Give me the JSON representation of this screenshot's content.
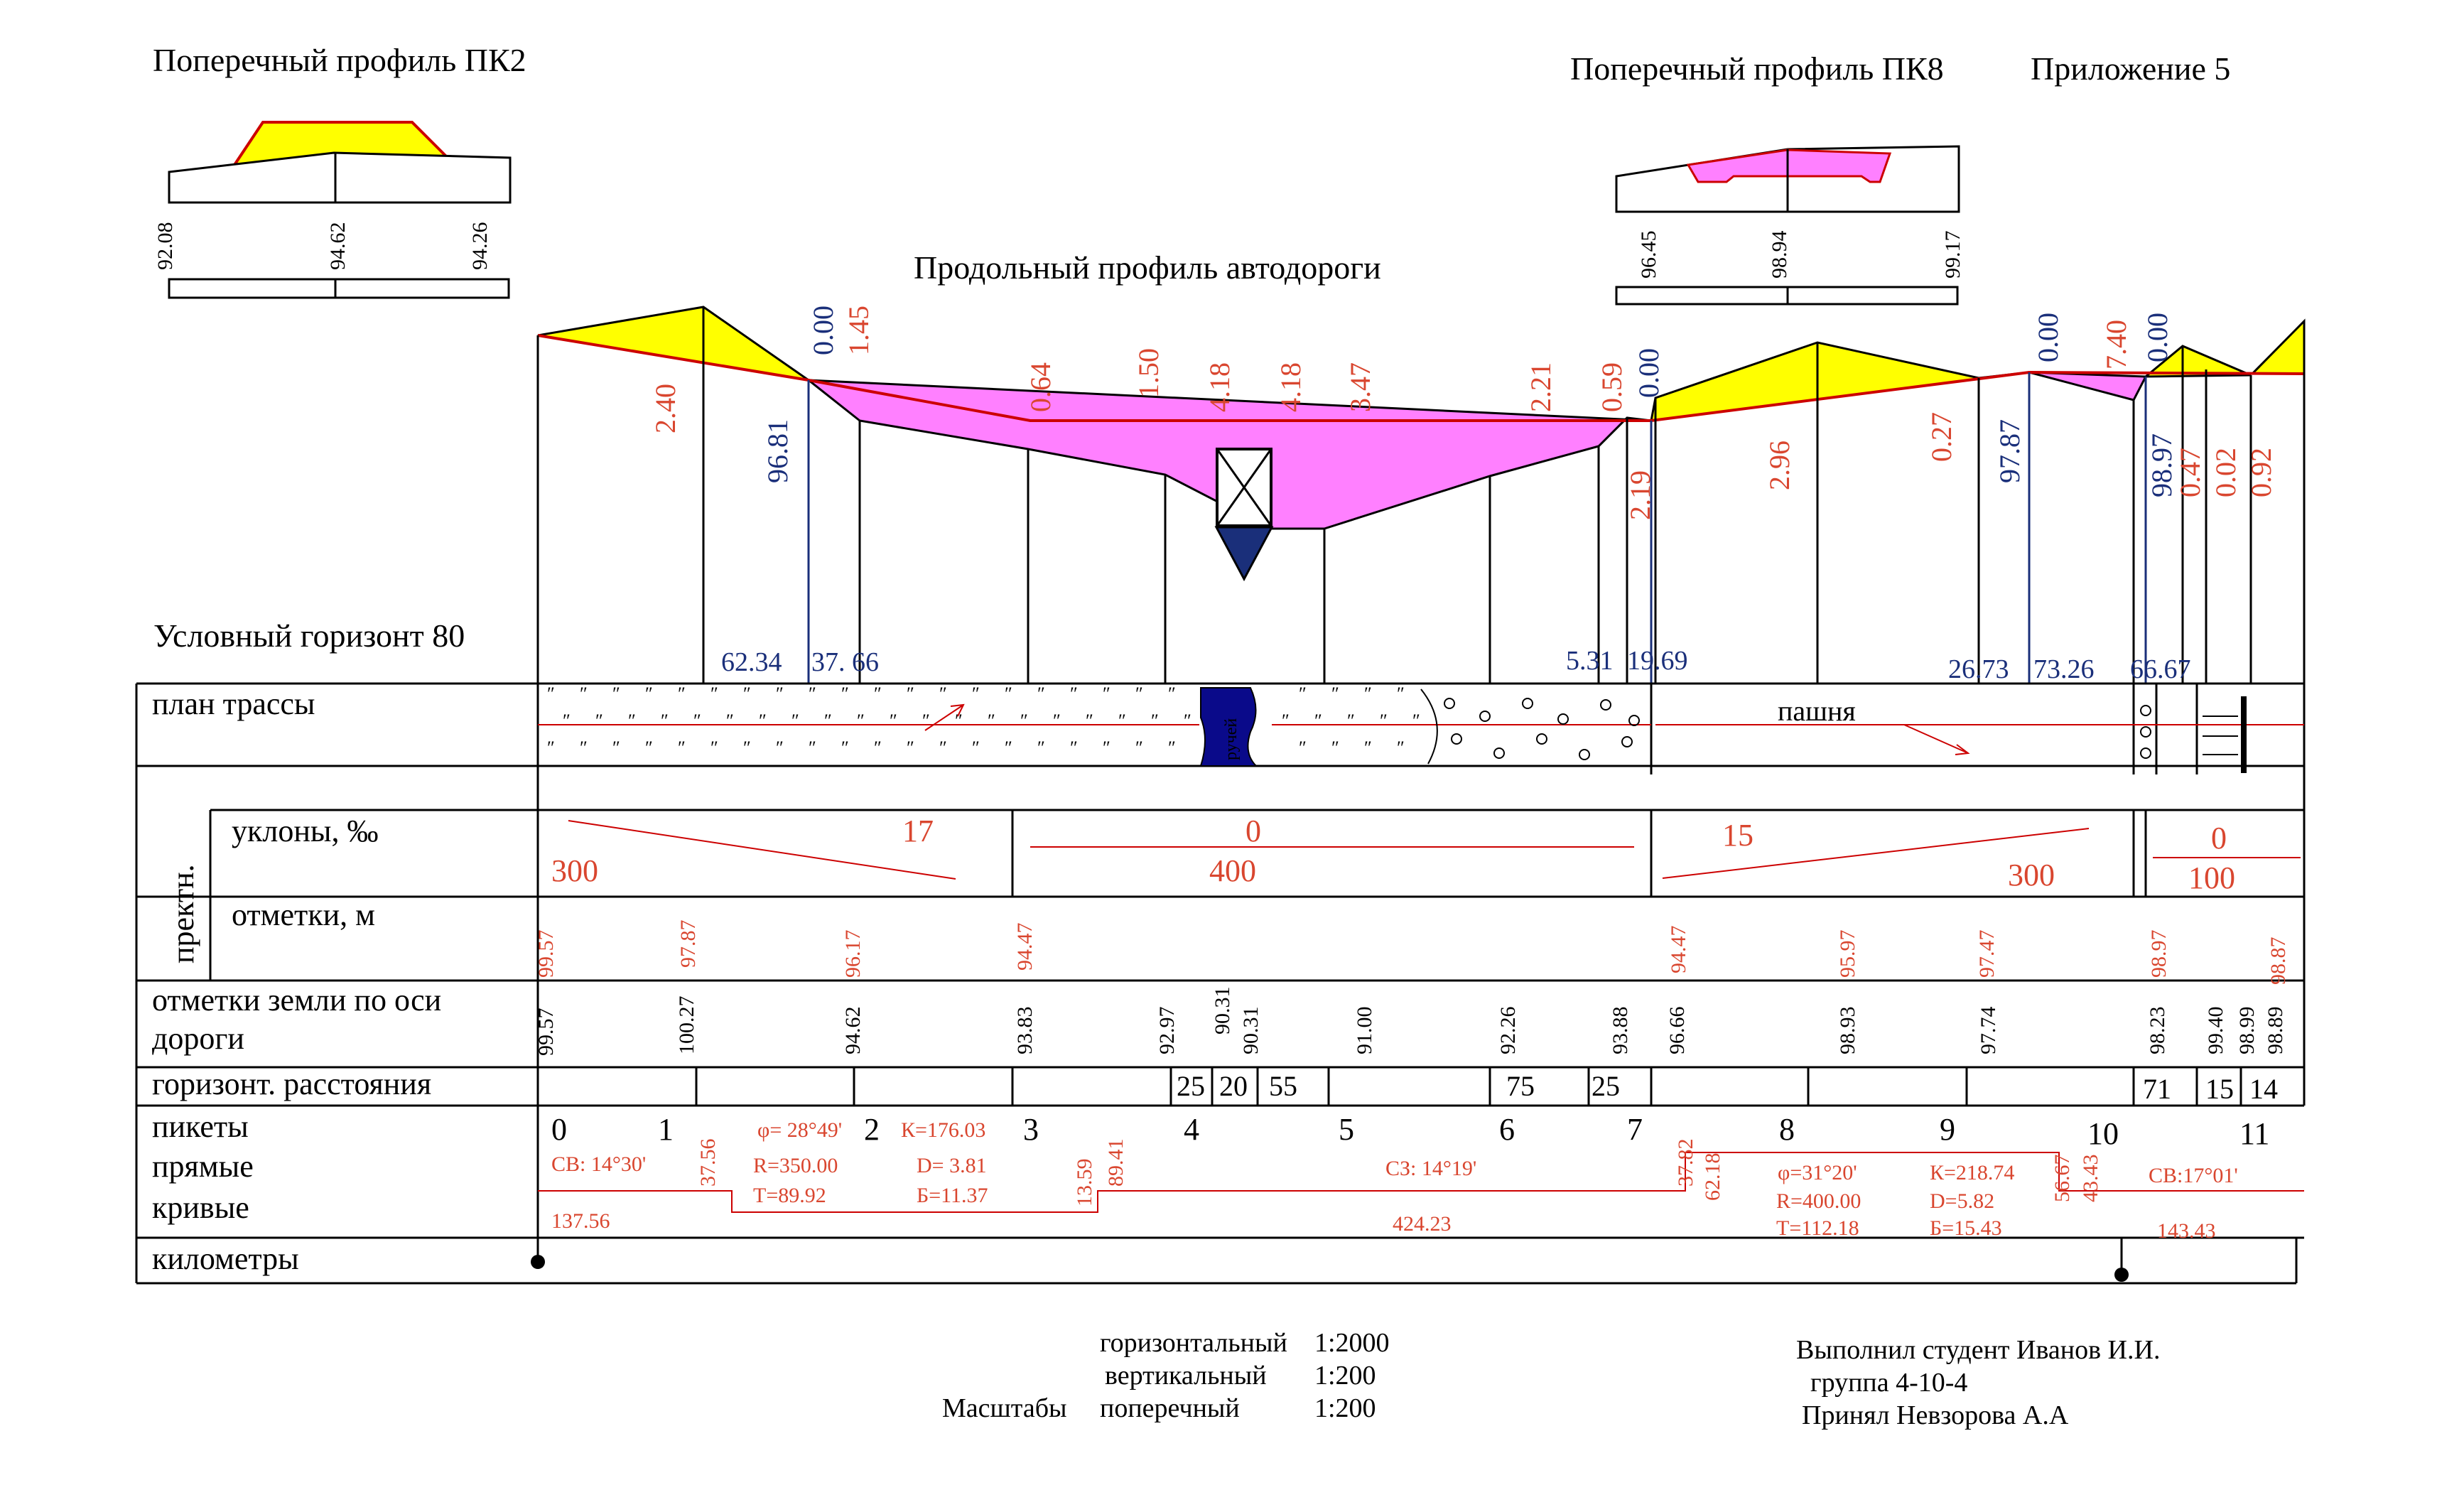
{
  "titles": {
    "cross_left": "Поперечный профиль ПК2",
    "cross_right": "Поперечный профиль ПК8",
    "appendix": "Приложение 5",
    "longitudinal": "Продольный профиль автодороги",
    "horizon": "Условный горизонт 80"
  },
  "cross_left_marks": [
    "92.08",
    "94.62",
    "94.26"
  ],
  "cross_right_marks": [
    "96.45",
    "98.94",
    "99.17"
  ],
  "profile_red_labels": [
    "2.40",
    "1.45",
    "0.64",
    "1.50",
    "4.18",
    "4.18",
    "3.47",
    "2.21",
    "0.59",
    "2.19",
    "2.96",
    "0.27",
    "7.40",
    "0.47",
    "0.02",
    "0.92"
  ],
  "profile_blue_labels": [
    "0.00",
    "96.81",
    "0.00",
    "0.00",
    "97.87",
    "0.00",
    "98.97"
  ],
  "zero_distances": [
    "62.34",
    "37. 66",
    "5.31",
    "19.69",
    "26.73",
    "73.26",
    "66.67"
  ],
  "culvert_text": "ручей",
  "rows": {
    "plan": "план трассы",
    "slopes": "уклоны, ‰",
    "design_group": "пректн.",
    "marks": "отметки, м",
    "ground_line1": "отметки земли по оси",
    "ground_line2": "дороги",
    "distances": "горизонт. расстояния",
    "pickets": "пикеты",
    "straights": "прямые",
    "curves": "кривые",
    "km": "километры"
  },
  "plan_label": "пашня",
  "slopes": [
    {
      "value": "17",
      "length": "300"
    },
    {
      "value": "0",
      "length": "400"
    },
    {
      "value": "15",
      "length": "300"
    },
    {
      "value": "0",
      "length": "100"
    }
  ],
  "design_marks": [
    "99.57",
    "97.87",
    "96.17",
    "94.47",
    "94.47",
    "95.97",
    "97.47",
    "98.97",
    "98.87"
  ],
  "ground_marks": [
    "99.57",
    "100.27",
    "94.62",
    "93.83",
    "92.97",
    "90.31",
    "90.31",
    "91.00",
    "92.26",
    "93.88",
    "96.66",
    "98.93",
    "97.74",
    "98.23",
    "99.40",
    "98.99",
    "98.89"
  ],
  "distances": [
    "25",
    "20",
    "55",
    "75",
    "25",
    "71",
    "15",
    "14"
  ],
  "pickets": [
    "0",
    "1",
    "2",
    "3",
    "4",
    "5",
    "6",
    "7",
    "8",
    "9",
    "10",
    "11"
  ],
  "alignment": {
    "straight1": "СВ: 14°30'",
    "straight1_len": "137.56",
    "p1": "37.56",
    "curve1": {
      "phi": "φ= 28°49'",
      "R": "R=350.00",
      "T": "T=89.92",
      "K": "К=176.03",
      "D": "D= 3.81",
      "B": "Б=11.37"
    },
    "p2a": "13.59",
    "p2b": "89.41",
    "straight2": "СЗ: 14°19'",
    "straight2_len": "424.23",
    "p3a": "37.82",
    "p3b": "62.18",
    "curve2": {
      "phi": "φ=31°20'",
      "R": "R=400.00",
      "T": "T=112.18",
      "K": "К=218.74",
      "D": "D=5.82",
      "B": "Б=15.43"
    },
    "p4a": "56.67",
    "p4b": "43.43",
    "straight3": "СВ:17°01'",
    "straight3_len": "143.43"
  },
  "scales": {
    "label": "Масштабы",
    "h_name": "горизонтальный",
    "h_val": "1:2000",
    "v_name": "вертикальный",
    "v_val": "1:200",
    "c_name": "поперечный",
    "c_val": "1:200"
  },
  "credits": {
    "done": "Выполнил студент Иванов И.И.",
    "group": "группа 4-10-4",
    "accepted": "Принял Невзорова А.А"
  },
  "colors": {
    "fill_yellow": "#ffff00",
    "fill_magenta": "#ff80ff",
    "line_red": "#cc0000",
    "text_red": "#d9462f",
    "text_blue": "#1a2f7a",
    "culvert_blue": "#0a0a8a"
  }
}
